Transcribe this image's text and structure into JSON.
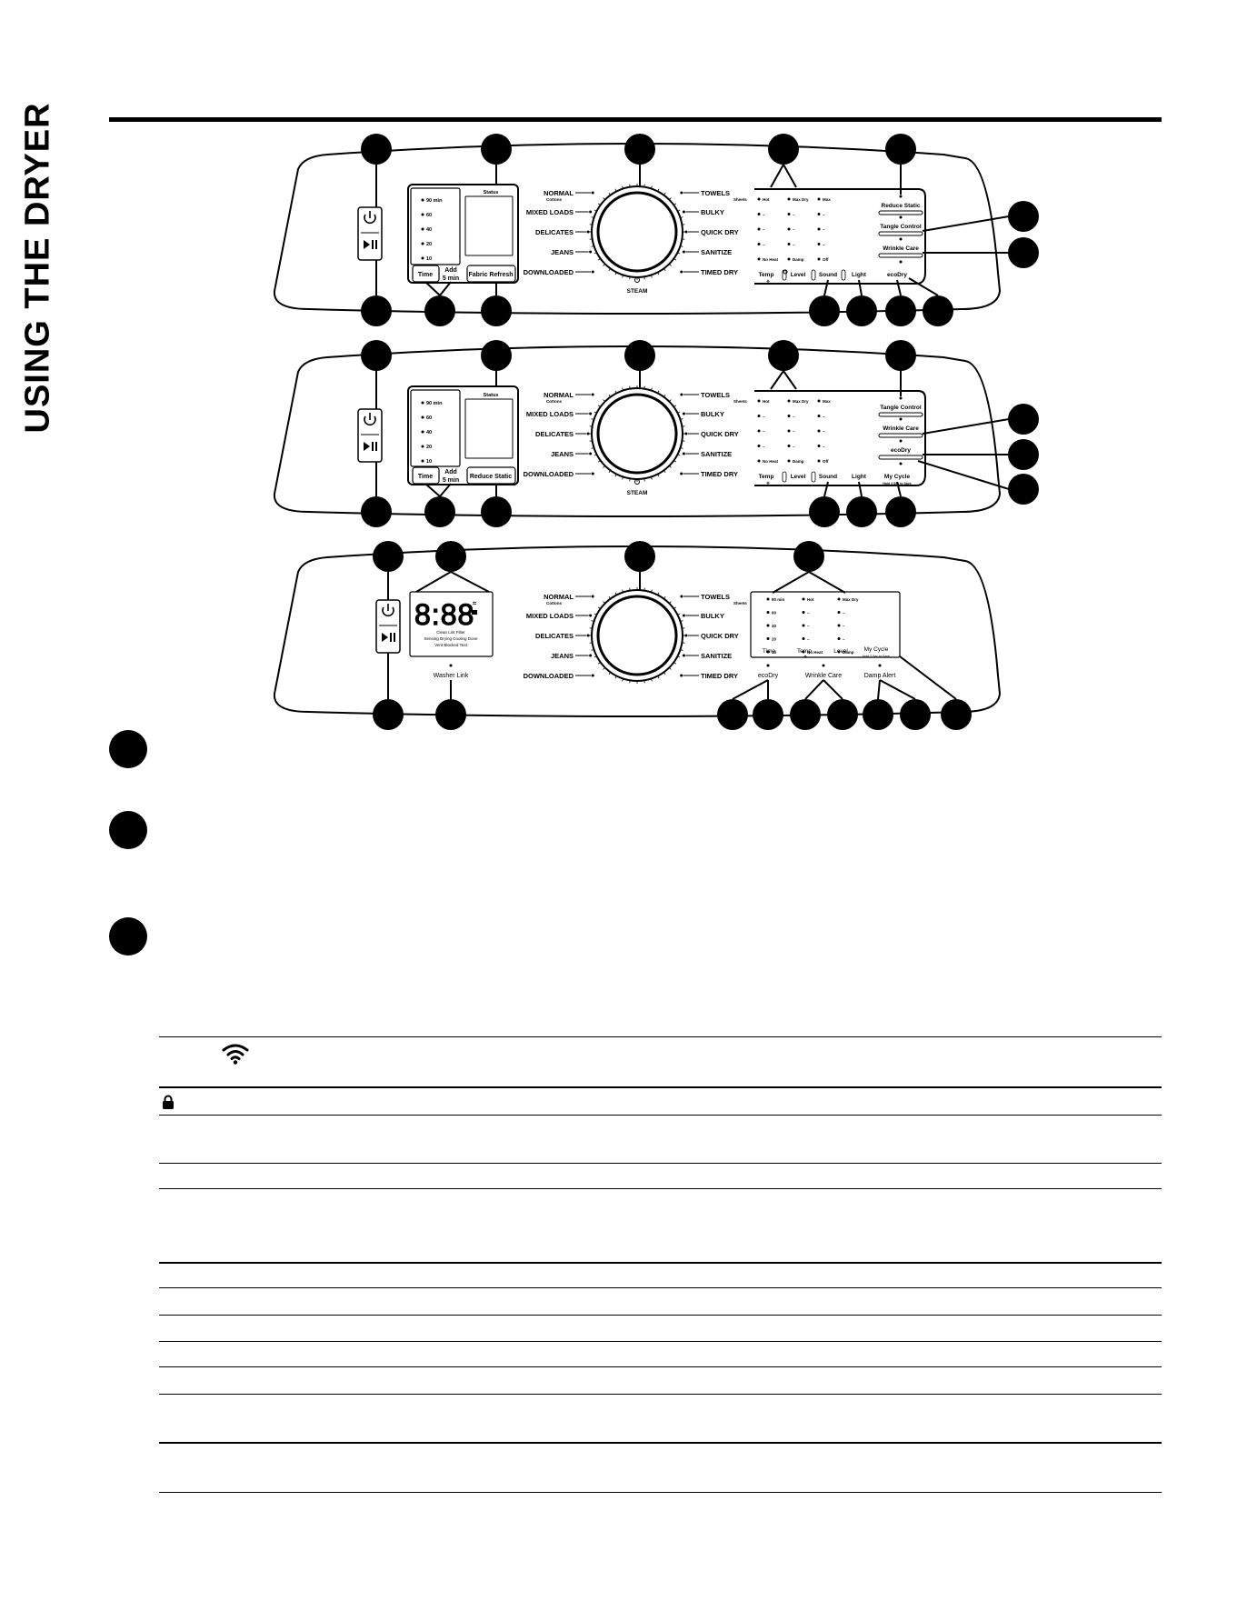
{
  "page": {
    "side_title": "USING THE DRYER"
  },
  "panel1": {
    "time_options": [
      "90 min",
      "60",
      "40",
      "20",
      "10"
    ],
    "status_label": "Status",
    "time_label": "Time",
    "add_line1": "Add",
    "add_line2": "5 min",
    "option_button": "Fabric Refresh",
    "cycles_left": [
      "NORMAL",
      "MIXED LOADS",
      "DELICATES",
      "JEANS",
      "DOWNLOADED"
    ],
    "cycles_left_sub": "Cottons",
    "cycles_right": [
      "TOWELS",
      "BULKY",
      "QUICK DRY",
      "SANITIZE",
      "TIMED DRY"
    ],
    "cycles_right_sub": "Sheets",
    "steam_label": "STEAM",
    "temp_col": [
      "Hot",
      "–",
      "–",
      "–",
      "No Heat"
    ],
    "level_col": [
      "Max Dry",
      "–",
      "–",
      "–",
      "Damp"
    ],
    "sound_col": [
      "Max",
      "–",
      "–",
      "–",
      "Off"
    ],
    "bottom_labels": [
      "Temp",
      "Level",
      "Sound",
      "Light"
    ],
    "option_buttons": [
      "Reduce Static",
      "Tangle Control",
      "Wrinkle Care",
      "ecoDry"
    ]
  },
  "panel2": {
    "time_options": [
      "90 min",
      "60",
      "40",
      "20",
      "10"
    ],
    "status_label": "Status",
    "time_label": "Time",
    "add_line1": "Add",
    "add_line2": "5 min",
    "option_button": "Reduce Static",
    "cycles_left": [
      "NORMAL",
      "MIXED LOADS",
      "DELICATES",
      "JEANS",
      "DOWNLOADED"
    ],
    "cycles_left_sub": "Cottons",
    "cycles_right": [
      "TOWELS",
      "BULKY",
      "QUICK DRY",
      "SANITIZE",
      "TIMED DRY"
    ],
    "cycles_right_sub": "Sheets",
    "steam_label": "STEAM",
    "temp_col": [
      "Hot",
      "–",
      "–",
      "–",
      "No Heat"
    ],
    "level_col": [
      "Max Dry",
      "–",
      "–",
      "–",
      "Damp"
    ],
    "sound_col": [
      "Max",
      "–",
      "–",
      "–",
      "Off"
    ],
    "bottom_labels": [
      "Temp",
      "Level",
      "Sound",
      "Light"
    ],
    "my_cycle": "My Cycle",
    "my_cycle_sub": "Hold 3 Sec to Save",
    "option_buttons": [
      "Tangle Control",
      "Wrinkle Care",
      "ecoDry"
    ]
  },
  "panel3": {
    "digits": "8:88",
    "status_line1": "Clean Lint  Filter",
    "status_line2": "Sensing  Drying  Cooling  Done",
    "status_line3": "Vent  Blocked  Test",
    "washer_link": "Washer Link",
    "cycles_left": [
      "NORMAL",
      "MIXED LOADS",
      "DELICATES",
      "JEANS",
      "DOWNLOADED"
    ],
    "cycles_left_sub": "Cottons",
    "cycles_right": [
      "TOWELS",
      "BULKY",
      "QUICK DRY",
      "SANITIZE",
      "TIMED DRY"
    ],
    "cycles_right_sub": "Sheets",
    "time_col": [
      "90 min",
      "60",
      "40",
      "20",
      "10"
    ],
    "temp_col": [
      "Hot",
      "–",
      "–",
      "–",
      "No Heat"
    ],
    "level_col": [
      "Max Dry",
      "–",
      "–",
      "–",
      "Damp"
    ],
    "bottom_labels": [
      "Time",
      "Temp",
      "Level"
    ],
    "my_cycle": "My Cycle",
    "my_cycle_sub": "Hold 3 Sec to Save",
    "option_labels": [
      "ecoDry",
      "Wrinkle Care",
      "Damp Alert"
    ]
  }
}
